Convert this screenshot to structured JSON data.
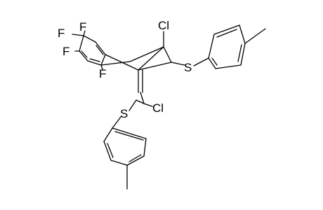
{
  "molecule": {
    "atoms": {
      "f_top_left": "F",
      "f_top_right": "F",
      "f_mid": "F",
      "f_low": "F",
      "cl_upper": "Cl",
      "cl_lower": "Cl",
      "s_right": "S",
      "s_left": "S"
    }
  }
}
